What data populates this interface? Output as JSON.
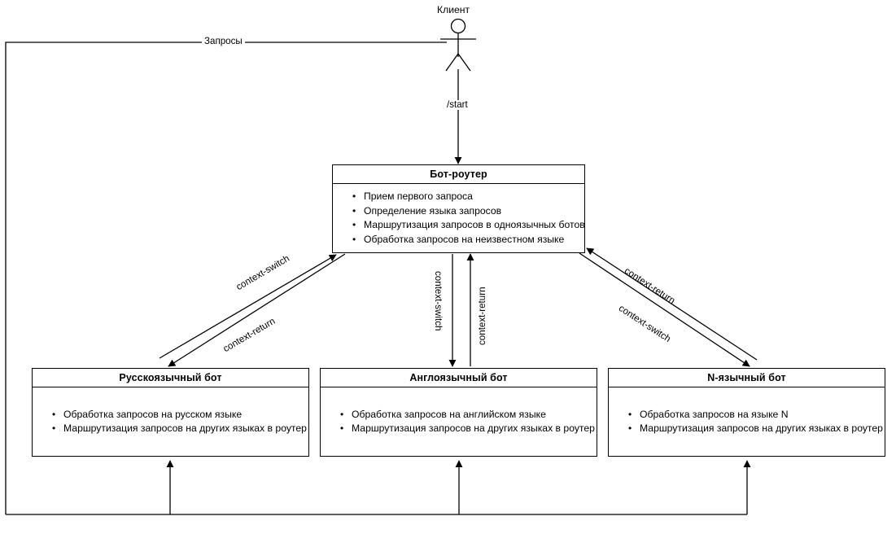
{
  "diagram": {
    "title": "Bot router architecture diagram",
    "background_color": "#ffffff",
    "stroke_color": "#000000",
    "actor": {
      "name": "actor-client",
      "label": "Клиент"
    },
    "boxes": [
      {
        "id": "router",
        "title": "Бот-роутер",
        "items": [
          "Прием первого запроса",
          "Определение языка запросов",
          "Маршрутизация запросов в одноязычных ботов",
          "Обработка запросов на неизвестном языке"
        ]
      },
      {
        "id": "ru-bot",
        "title": "Русскоязычный бот",
        "items": [
          "Обработка запросов на русском языке",
          "Маршрутизация запросов на других языках в роутер"
        ]
      },
      {
        "id": "en-bot",
        "title": "Англоязычный бот",
        "items": [
          "Обработка запросов на английском языке",
          "Маршрутизация запросов на других языках в роутер"
        ]
      },
      {
        "id": "n-bot",
        "title": "N-язычный бот",
        "items": [
          "Обработка запросов на языке N",
          "Маршрутизация запросов на других языках в роутер"
        ]
      }
    ],
    "edges": {
      "requests": "Запросы",
      "start": "/start",
      "left_switch": "context-switch",
      "left_return": "context-return",
      "center_switch": "context-switch",
      "center_return": "context-return",
      "right_return": "context-return",
      "right_switch": "context-switch"
    }
  }
}
